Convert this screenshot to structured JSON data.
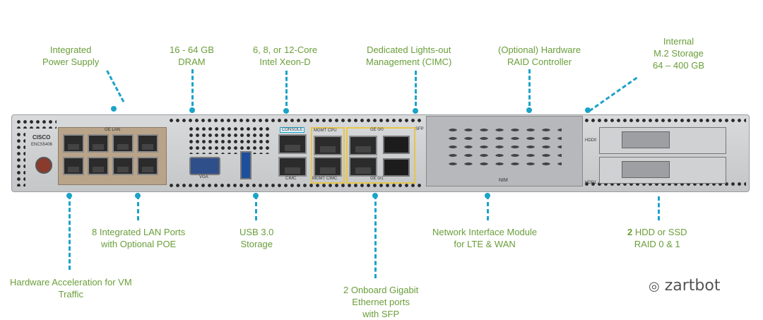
{
  "labels": {
    "power_supply": [
      "Integrated",
      "Power Supply"
    ],
    "dram": [
      "16 - 64 GB",
      "DRAM"
    ],
    "cpu": [
      "6, 8, or 12-Core",
      "Intel Xeon-D"
    ],
    "cimc": [
      "Dedicated Lights-out",
      "Management (CIMC)"
    ],
    "raid": [
      "(Optional) Hardware",
      "RAID Controller"
    ],
    "m2": [
      "Internal",
      "M.2 Storage",
      "64 – 400 GB"
    ],
    "lan_ports": [
      "8 Integrated LAN Ports",
      "with Optional POE"
    ],
    "usb": [
      "USB 3.0",
      "Storage"
    ],
    "nim": [
      "Network Interface Module",
      "for LTE & WAN"
    ],
    "hdd_bold": "2",
    "hdd": [
      " HDD or SSD",
      "RAID 0 & 1"
    ],
    "hw_accel": [
      "Hardware Acceleration for VM",
      "Traffic"
    ],
    "ge_ports": [
      "2 Onboard Gigabit",
      "Ethernet ports",
      "with SFP"
    ]
  },
  "panel": {
    "brand": "CISCO",
    "model": "ENCS5406",
    "ge_lan": "GE LAN",
    "vga": "VGA",
    "console": "CONSOLE",
    "cimc": "CIMC",
    "mgmt_cpu": "MGMT CPU",
    "mgmt_cimc": "MGMT CIMC",
    "ge_0_0": "GE 0/0",
    "ge_0_1": "GE 0/1",
    "sfp": "SFP",
    "nim": "NIM",
    "hdd0": "HDD0",
    "hdd1": "HDD1"
  },
  "watermark": "zartbot",
  "colors": {
    "label": "#6a9e3a",
    "leader": "#1aa3c9",
    "highlight": "#e6c64a"
  }
}
